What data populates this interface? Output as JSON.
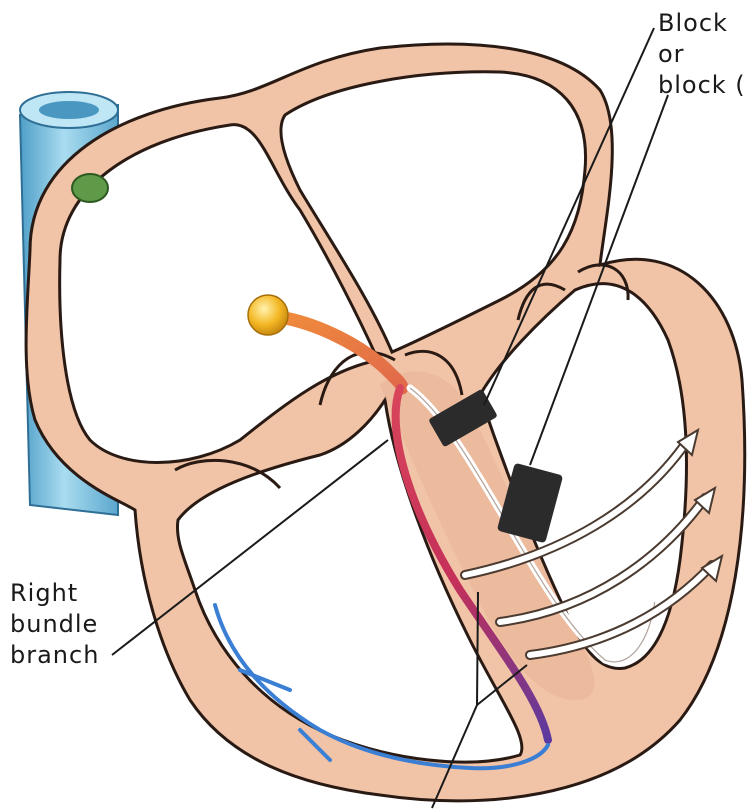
{
  "labels": {
    "block_line1": "Block",
    "block_line2": "or",
    "block_line3": "block (",
    "rbb_line1": "Right",
    "rbb_line2": "bundle",
    "rbb_line3": "branch"
  },
  "colors": {
    "myocardium": "#f1c3a7",
    "myocardium_dark": "#e2a98c",
    "outline": "#2a1a14",
    "vena_cava": "#7fc3e0",
    "sa_node": "#5e9a47",
    "av_node": "#f4b825",
    "his_bundle": "#ef8a3c",
    "right_bundle": "#d23a55",
    "purkinje": "#3b7fd4",
    "block": "#2b2b2b",
    "arrow": "#ffffff"
  }
}
